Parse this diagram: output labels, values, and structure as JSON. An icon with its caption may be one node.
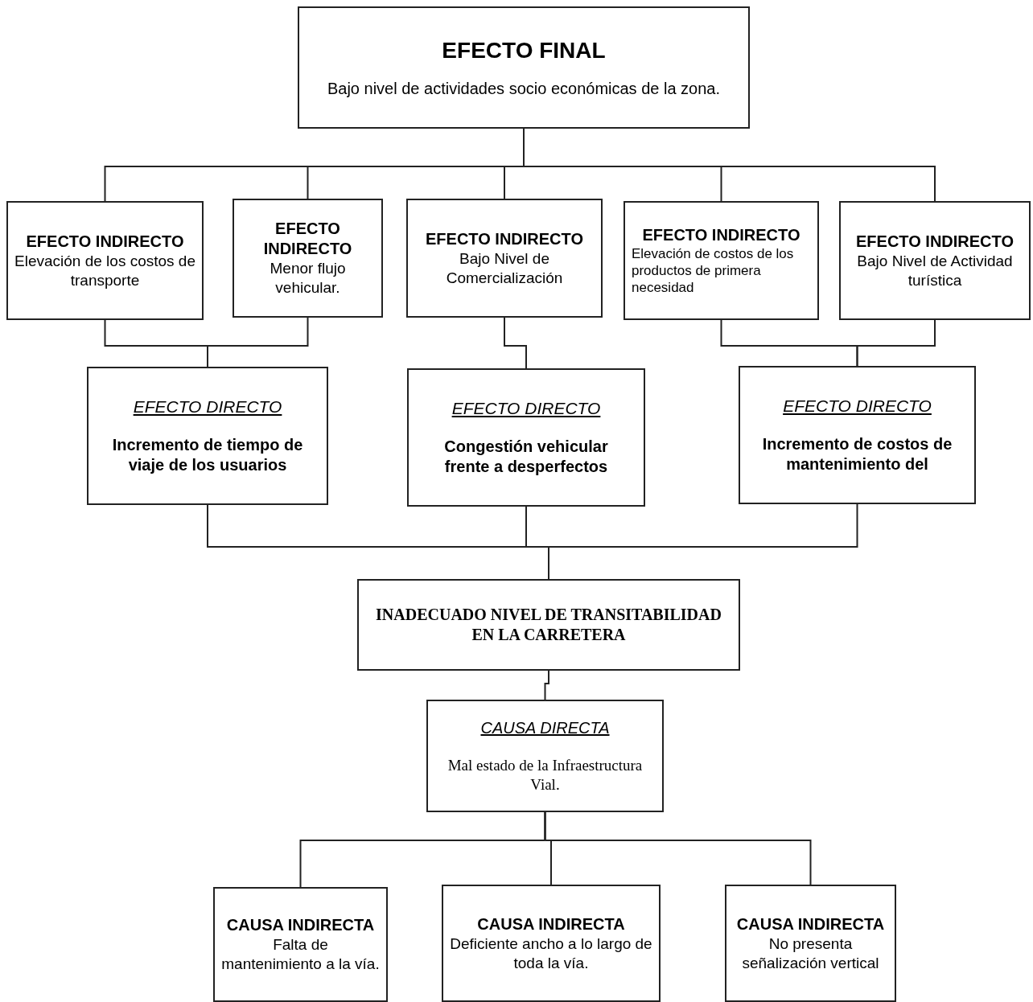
{
  "diagram": {
    "nodes": [
      {
        "text": [
          "EFECTO FINAL",
          "Bajo nivel de actividades socio económicas de la zona."
        ]
      },
      {
        "text": [
          "EFECTO INDIRECTO",
          "Elevación de los costos de transporte"
        ]
      },
      {
        "text": [
          "EFECTO INDIRECTO",
          "Menor flujo vehicular."
        ]
      },
      {
        "text": [
          "EFECTO INDIRECTO",
          "Bajo Nivel de Comercialización"
        ]
      },
      {
        "text": [
          "EFECTO INDIRECTO",
          "Elevación de costos de los productos de primera necesidad"
        ]
      },
      {
        "text": [
          "EFECTO INDIRECTO",
          "Bajo Nivel de Actividad turística"
        ]
      },
      {
        "text": [
          "EFECTO DIRECTO",
          "Incremento de tiempo de viaje de los usuarios"
        ]
      },
      {
        "text": [
          "EFECTO DIRECTO",
          "Congestión vehicular frente a desperfectos"
        ]
      },
      {
        "text": [
          "EFECTO DIRECTO",
          "Incremento de costos de mantenimiento del"
        ]
      },
      {
        "text": [
          "INADECUADO NIVEL DE TRANSITABILIDAD EN LA CARRETERA"
        ]
      },
      {
        "text": [
          "CAUSA DIRECTA",
          "Mal estado de la Infraestructura Vial."
        ]
      },
      {
        "text": [
          "CAUSA INDIRECTA",
          "Falta de mantenimiento a la vía."
        ]
      },
      {
        "text": [
          "CAUSA INDIRECTA",
          "Deficiente ancho a lo largo de toda la vía."
        ]
      },
      {
        "text": [
          "CAUSA INDIRECTA",
          "No presenta señalización vertical"
        ]
      }
    ],
    "edges": [
      {
        "from": 0,
        "to": 1,
        "arrow": "none"
      },
      {
        "from": 0,
        "to": 2,
        "arrow": "none"
      },
      {
        "from": 0,
        "to": 3,
        "arrow": "none"
      },
      {
        "from": 0,
        "to": 4,
        "arrow": "none"
      },
      {
        "from": 0,
        "to": 5,
        "arrow": "none"
      },
      {
        "from": 1,
        "to": 6,
        "arrow": "none"
      },
      {
        "from": 2,
        "to": 6,
        "arrow": "none"
      },
      {
        "from": 3,
        "to": 7,
        "arrow": "none"
      },
      {
        "from": 4,
        "to": 8,
        "arrow": "none"
      },
      {
        "from": 5,
        "to": 8,
        "arrow": "none"
      },
      {
        "from": 6,
        "to": 9,
        "arrow": "none"
      },
      {
        "from": 7,
        "to": 9,
        "arrow": "none"
      },
      {
        "from": 8,
        "to": 9,
        "arrow": "none"
      },
      {
        "from": 9,
        "to": 10,
        "arrow": "none"
      },
      {
        "from": 10,
        "to": 11,
        "arrow": "none"
      },
      {
        "from": 10,
        "to": 12,
        "arrow": "none"
      },
      {
        "from": 10,
        "to": 13,
        "arrow": "none"
      }
    ]
  }
}
